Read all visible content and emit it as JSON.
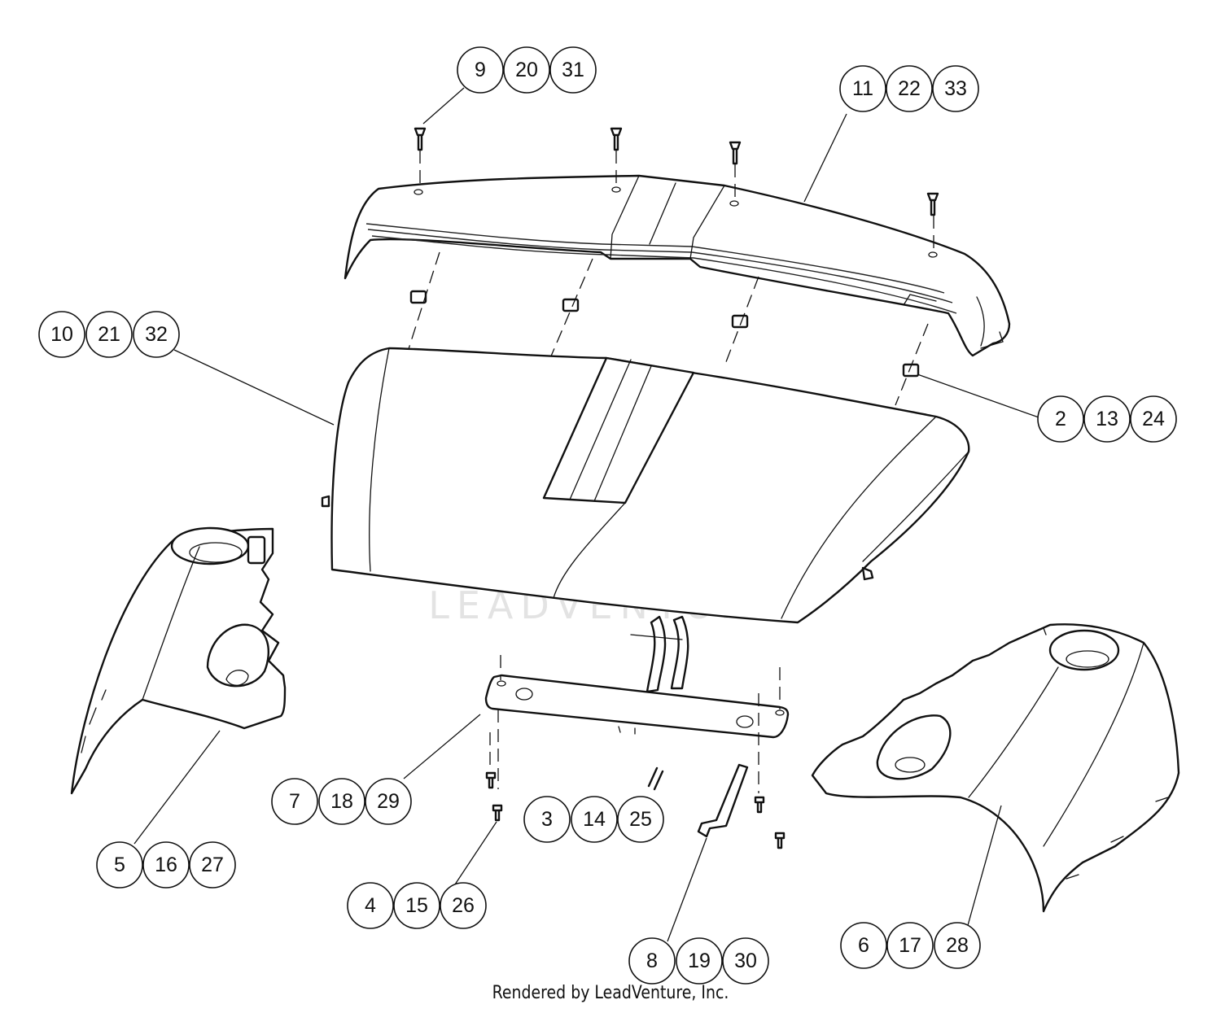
{
  "watermark": "LEADVENTURE",
  "credit": "Rendered by LeadVenture, Inc.",
  "callouts": [
    {
      "id": "screws-top",
      "labels": [
        "9",
        "20",
        "31"
      ]
    },
    {
      "id": "hood-trim",
      "labels": [
        "11",
        "22",
        "33"
      ]
    },
    {
      "id": "hood",
      "labels": [
        "10",
        "21",
        "32"
      ]
    },
    {
      "id": "clips",
      "labels": [
        "2",
        "13",
        "24"
      ]
    },
    {
      "id": "bracket-plate",
      "labels": [
        "7",
        "18",
        "29"
      ]
    },
    {
      "id": "cotter-pin",
      "labels": [
        "3",
        "14",
        "25"
      ]
    },
    {
      "id": "left-side-panel",
      "labels": [
        "5",
        "16",
        "27"
      ]
    },
    {
      "id": "bolts",
      "labels": [
        "4",
        "15",
        "26"
      ]
    },
    {
      "id": "hinge-arm",
      "labels": [
        "8",
        "19",
        "30"
      ]
    },
    {
      "id": "right-side-panel",
      "labels": [
        "6",
        "17",
        "28"
      ]
    }
  ]
}
